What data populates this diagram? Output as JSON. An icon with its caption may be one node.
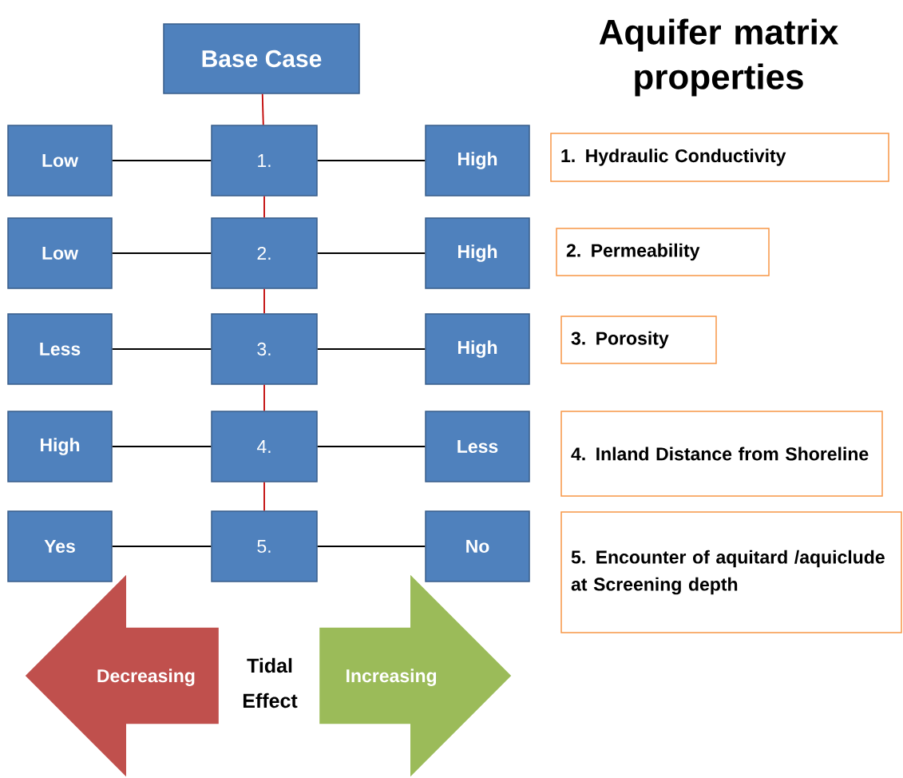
{
  "diagram": {
    "title": "Aquifer matrix properties",
    "nodes": [
      {
        "text": [
          "Base Case"
        ]
      },
      {
        "text": [
          "Low"
        ]
      },
      {
        "text": [
          "1."
        ]
      },
      {
        "text": [
          "High"
        ]
      },
      {
        "text": [
          "Low"
        ]
      },
      {
        "text": [
          "2."
        ]
      },
      {
        "text": [
          "High"
        ]
      },
      {
        "text": [
          "Less"
        ]
      },
      {
        "text": [
          "3."
        ]
      },
      {
        "text": [
          "High"
        ]
      },
      {
        "text": [
          "High"
        ]
      },
      {
        "text": [
          "4."
        ]
      },
      {
        "text": [
          "Less"
        ]
      },
      {
        "text": [
          "Yes"
        ]
      },
      {
        "text": [
          "5."
        ]
      },
      {
        "text": [
          "No"
        ]
      },
      {
        "text": [
          "1. Hydraulic Conductivity"
        ]
      },
      {
        "text": [
          "2. Permeability"
        ]
      },
      {
        "text": [
          "3. Porosity"
        ]
      },
      {
        "text": [
          "4. Inland Distance from Shoreline"
        ]
      },
      {
        "text": [
          "5. Encounter of aquitard /aquiclude at Screening depth"
        ]
      },
      {
        "text": [
          "Decreasing"
        ]
      },
      {
        "text": [
          "Increasing"
        ]
      }
    ],
    "edges": [
      {
        "from": 0,
        "to": 2,
        "arrow": "none",
        "color": "#c00000"
      },
      {
        "from": 2,
        "to": 5,
        "arrow": "none",
        "color": "#c00000"
      },
      {
        "from": 5,
        "to": 8,
        "arrow": "none",
        "color": "#c00000"
      },
      {
        "from": 8,
        "to": 11,
        "arrow": "none",
        "color": "#c00000"
      },
      {
        "from": 11,
        "to": 14,
        "arrow": "none",
        "color": "#c00000"
      },
      {
        "from": 1,
        "to": 2,
        "arrow": "none"
      },
      {
        "from": 2,
        "to": 3,
        "arrow": "none"
      },
      {
        "from": 4,
        "to": 5,
        "arrow": "none"
      },
      {
        "from": 5,
        "to": 6,
        "arrow": "none"
      },
      {
        "from": 7,
        "to": 8,
        "arrow": "none"
      },
      {
        "from": 8,
        "to": 9,
        "arrow": "none"
      },
      {
        "from": 10,
        "to": 11,
        "arrow": "none"
      },
      {
        "from": 11,
        "to": 12,
        "arrow": "none"
      },
      {
        "from": 13,
        "to": 14,
        "arrow": "none"
      },
      {
        "from": 14,
        "to": 15,
        "arrow": "none"
      }
    ],
    "labels": [
      "Tidal Effect"
    ]
  }
}
